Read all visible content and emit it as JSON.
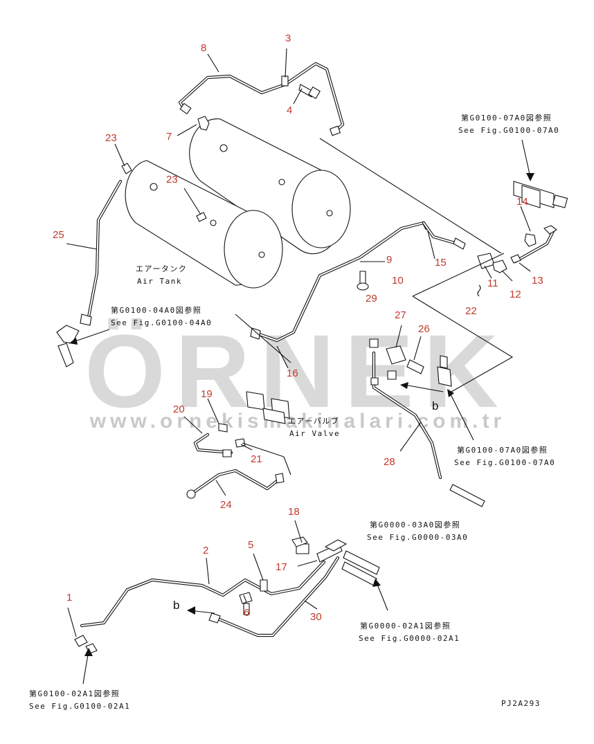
{
  "part_numbers": [
    "1",
    "2",
    "3",
    "4",
    "5",
    "6",
    "7",
    "8",
    "9",
    "10",
    "11",
    "12",
    "13",
    "14",
    "15",
    "16",
    "17",
    "18",
    "19",
    "20",
    "21",
    "22",
    "23",
    "23",
    "24",
    "25",
    "26",
    "27",
    "28",
    "29",
    "30"
  ],
  "labels": {
    "air_tank_jp": "エアータンク",
    "air_tank_en": "Air Tank",
    "air_valve_jp": "エアーバルブ",
    "air_valve_en": "Air Valve",
    "arrow_b_1": "b",
    "arrow_b_2": "b",
    "drawing_code": "PJ2A293"
  },
  "references": {
    "g0100_07a0_top_jp": "第G0100-07A0図参照",
    "g0100_07a0_top_en": "See Fig.G0100-07A0",
    "g0100_04a0_jp": "第G0100-04A0図参照",
    "g0100_04a0_en": "See Fig.G0100-04A0",
    "g0100_07a0_mid_jp": "第G0100-07A0図参照",
    "g0100_07a0_mid_en": "See Fig.G0100-07A0",
    "g0000_03a0_jp": "第G0000-03A0図参照",
    "g0000_03a0_en": "See Fig.G0000-03A0",
    "g0000_02a1_jp": "第G0000-02A1図参照",
    "g0000_02a1_en": "See Fig.G0000-02A1",
    "g0100_02a1_jp": "第G0100-02A1図参照",
    "g0100_02a1_en": "See Fig.G0100-02A1"
  },
  "watermark": {
    "brand": "ÖRNEK",
    "url": "www.ornekismakinalari.com.tr"
  },
  "colors": {
    "callout": "#c0392b",
    "line": "#111111",
    "watermark": "#8a8a8a"
  }
}
